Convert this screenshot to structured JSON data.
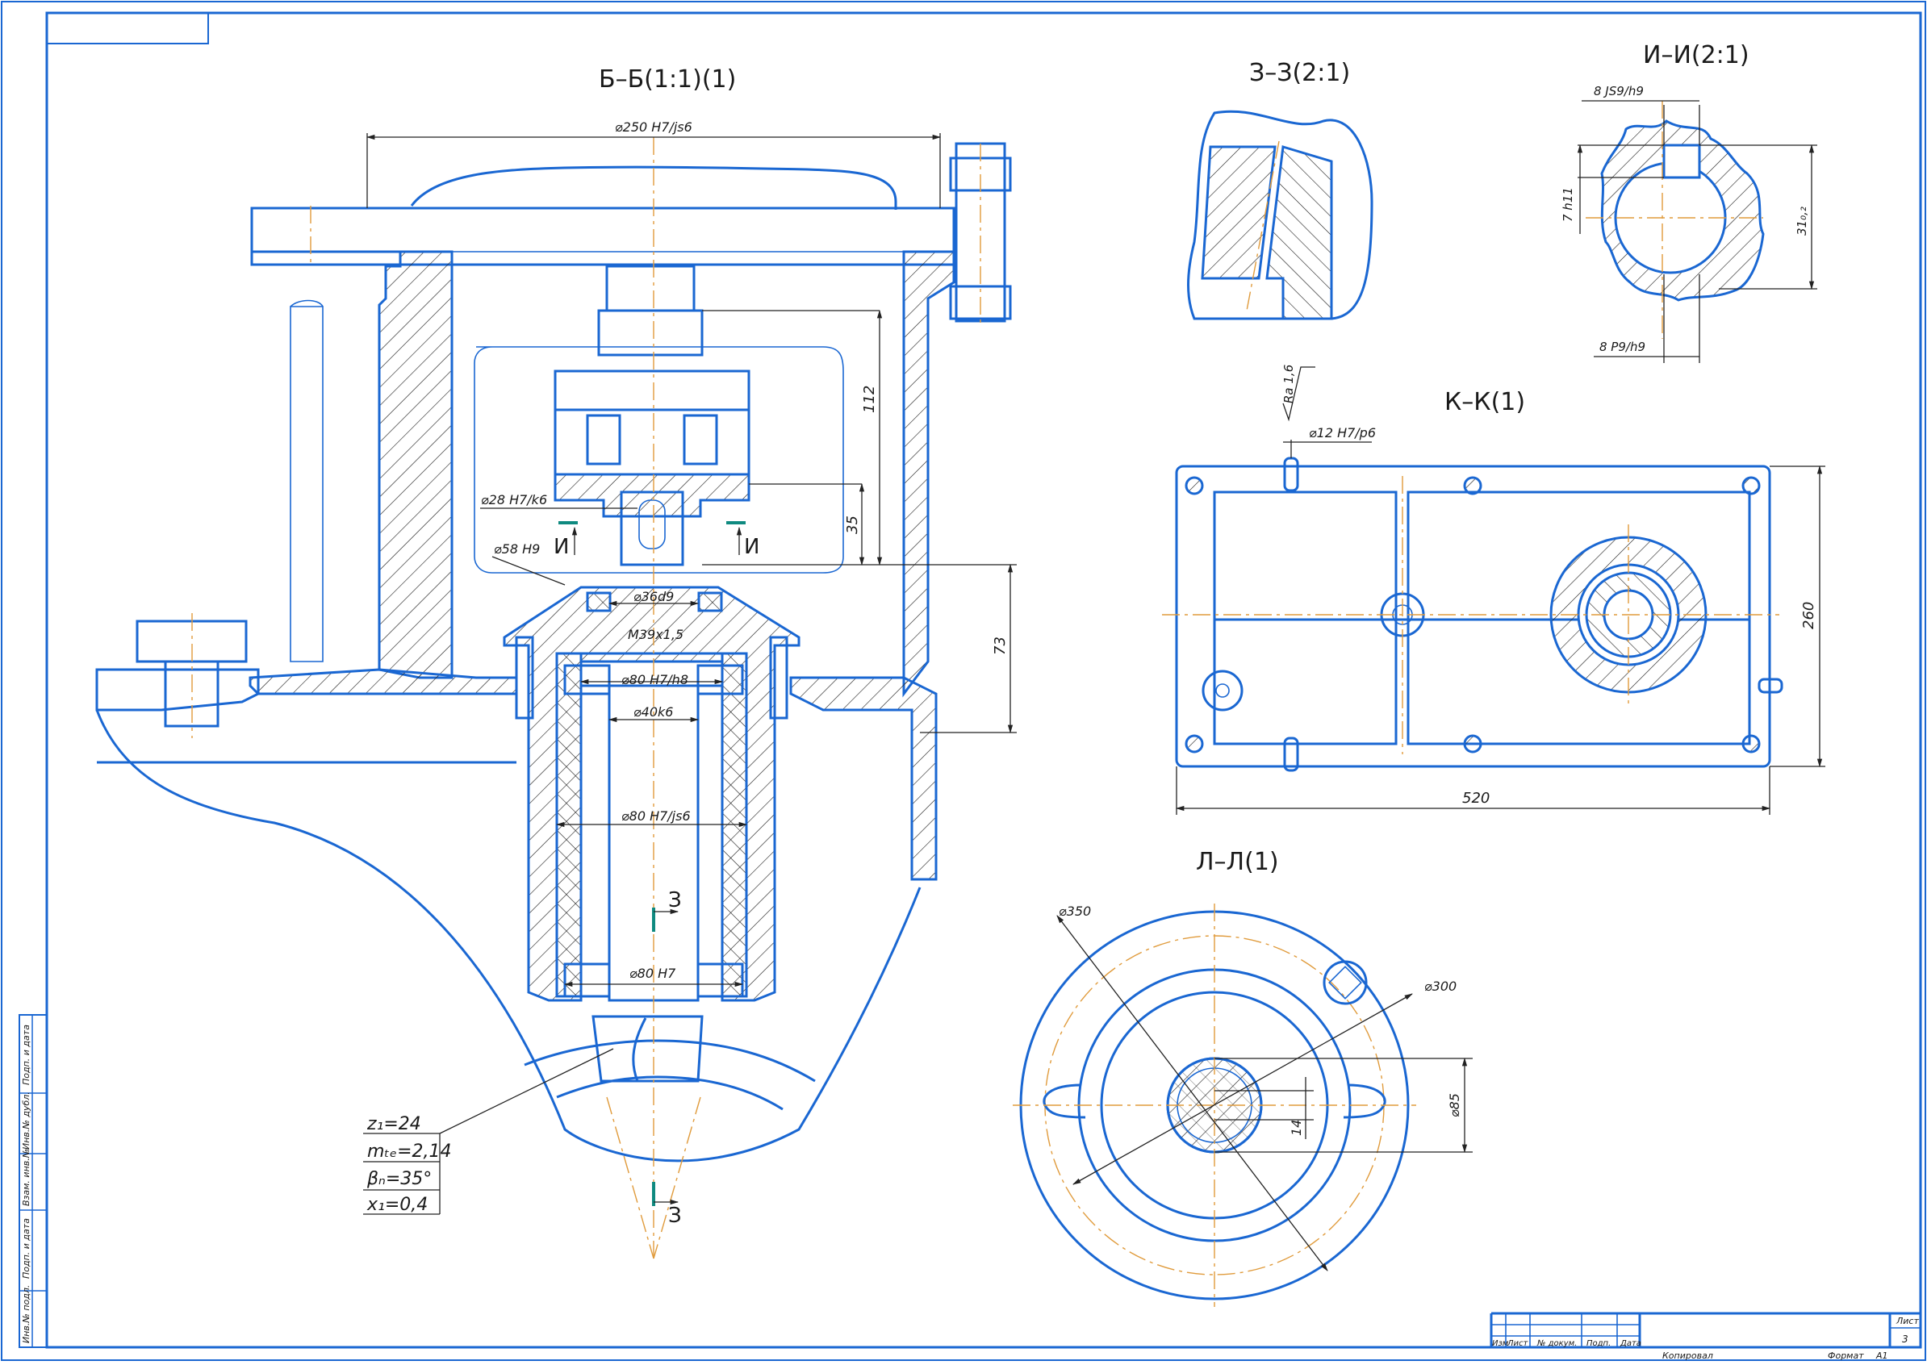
{
  "views": {
    "bb_title": "Б–Б(1:1)(1)",
    "zz_title": "З–З(2:1)",
    "ii_title": "И–И(2:1)",
    "kk_title": "К–К(1)",
    "ll_title": "Л–Л(1)"
  },
  "dimensions": {
    "d250": "⌀250 H7/js6",
    "d28": "⌀28 H7/k6",
    "d58": "⌀58 H9",
    "d36": "⌀36d9",
    "m39": "M39x1,5",
    "d80h8": "⌀80 H7/h8",
    "d40": "⌀40k6",
    "d80js6": "⌀80 H7/js6",
    "d80h7": "⌀80 H7",
    "v112": "112",
    "v35": "35",
    "v73": "73",
    "ii_js9": "8 JS9/h9",
    "ii_h11": "7 h11",
    "ii_31": "31₀,₂",
    "ii_p9": "8 P9/h9",
    "kk_ra": "Ra 1,6",
    "kk_d12": "⌀12 H7/p6",
    "kk_260": "260",
    "kk_520": "520",
    "ll_350": "⌀350",
    "ll_300": "⌀300",
    "ll_85": "⌀85",
    "ll_14": "14"
  },
  "section_marks": {
    "i_left": "И",
    "i_right": "И",
    "z_top": "З",
    "z_bottom": "З"
  },
  "gear_params": {
    "z1": "z₁=24",
    "mte": "mₜₑ=2,14",
    "beta": "βₙ=35°",
    "x1": "x₁=0,4"
  },
  "side_stamp": [
    "Инв.№ подл.",
    "Подп. и дата",
    "Взам. инв.№",
    "Инв.№ дубл.",
    "Подп. и дата"
  ],
  "title_block": {
    "headers": [
      "Изм",
      "Лист",
      "№ докум.",
      "Подп.",
      "Дата"
    ],
    "sheet_label": "Лист",
    "sheet_no": "3",
    "copied": "Копировал",
    "format_label": "Формат",
    "format_value": "А1"
  },
  "colors": {
    "line": "#1a67d2",
    "axis": "#e09b3c",
    "section_mark": "#0f8a80",
    "dimension": "#222222"
  }
}
